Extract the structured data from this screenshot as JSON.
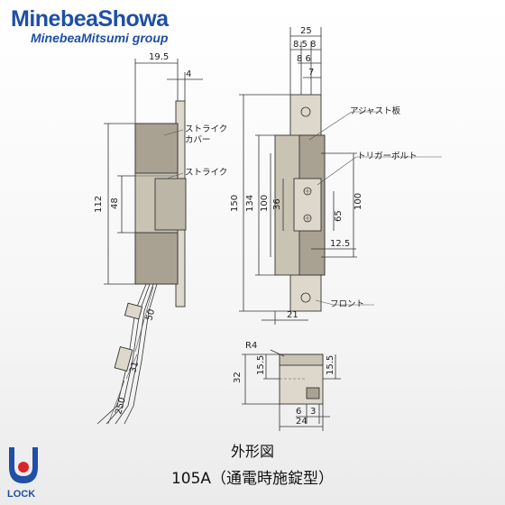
{
  "brand": {
    "name": "MinebeaShowa",
    "group": "MinebeaMitsumi group",
    "badge_text": "LOCK"
  },
  "caption": {
    "line1": "外形図",
    "line2": "105A（通電時施錠型）"
  },
  "labels": {
    "strike_cover_1": "ストライク",
    "strike_cover_2": "カバー",
    "strike": "ストライク",
    "adjust_plate": "アジャスト板",
    "trigger_bolt": "トリガーボルト",
    "front": "フロント"
  },
  "dimensions": {
    "d_25": "25",
    "d_8_5_8": "8.5 8",
    "d_8_6": "8 6",
    "d_7": "7",
    "d_19_5": "19.5",
    "d_4": "4",
    "d_112": "112",
    "d_48": "48",
    "d_150": "150",
    "d_134": "134",
    "d_100a": "100",
    "d_36": "36",
    "d_100b": "100",
    "d_65": "65",
    "d_12_5": "12.5",
    "d_21": "21",
    "d_50": "50",
    "d_31": "31",
    "d_250": "250",
    "d_r4": "R4",
    "d_32": "32",
    "d_15_5a": "15.5",
    "d_15_5b": "15.5",
    "d_6": "6",
    "d_3": "3",
    "d_24": "24"
  },
  "colors": {
    "brand_blue": "#1f4fa6",
    "badge_red": "#d9262b"
  }
}
